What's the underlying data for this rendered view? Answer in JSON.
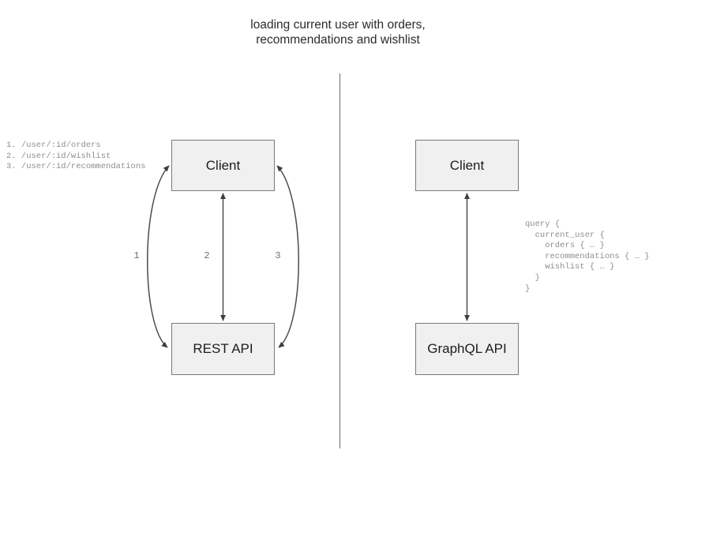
{
  "diagram": {
    "title": "loading current user with orders,\nrecommendations and wishlist",
    "divider_label": "panel-divider",
    "colors": {
      "node_fill": "#f0f0f0",
      "node_border": "#7a7a7a",
      "edge": "#4d4d4d",
      "divider": "#8a8a8a",
      "code_text": "#8e8e8e",
      "title_text": "#2b2b2b"
    }
  },
  "left_panel": {
    "name": "rest-approach",
    "nodes": {
      "client": "Client",
      "api": "REST API"
    },
    "edge_labels": {
      "one": "1",
      "two": "2",
      "three": "3"
    },
    "endpoints_legend": "1. /user/:id/orders\n2. /user/:id/wishlist\n3. /user/:id/recommendations",
    "endpoints": [
      {
        "index": "1.",
        "path": "/user/:id/orders"
      },
      {
        "index": "2.",
        "path": "/user/:id/wishlist"
      },
      {
        "index": "3.",
        "path": "/user/:id/recommendations"
      }
    ]
  },
  "right_panel": {
    "name": "graphql-approach",
    "nodes": {
      "client": "Client",
      "api": "GraphQL API"
    },
    "query": "query {\n  current_user {\n    orders { … }\n    recommendations { … }\n    wishlist { … }\n  }\n}",
    "query_lines": [
      "query {",
      "  current_user {",
      "    orders { … }",
      "    recommendations { … }",
      "    wishlist { … }",
      "  }",
      "}"
    ]
  }
}
